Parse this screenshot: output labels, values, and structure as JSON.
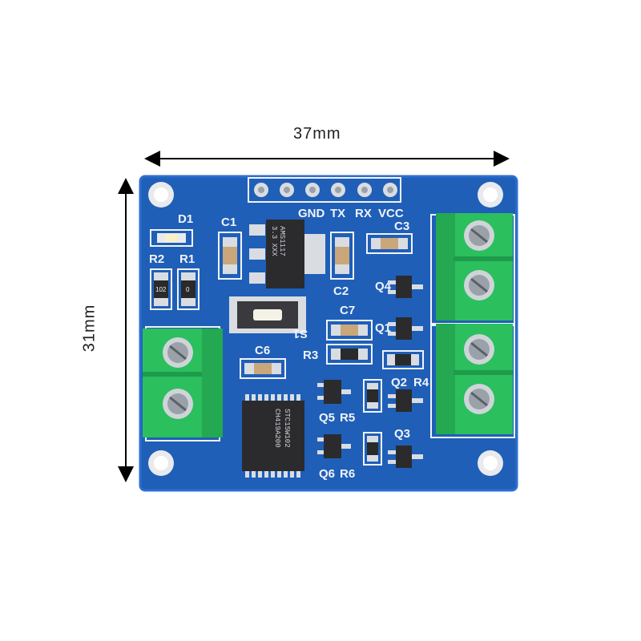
{
  "dimensions": {
    "width": "37mm",
    "height": "31mm"
  },
  "pin_header": [
    "GND",
    "TX",
    "RX",
    "VCC"
  ],
  "silkscreen": {
    "d1": "D1",
    "r1": "R1",
    "r2": "R2",
    "c1": "C1",
    "c2": "C2",
    "c3": "C3",
    "c6": "C6",
    "c7": "C7",
    "q1": "Q1",
    "q2": "Q2",
    "q3": "Q3",
    "q4": "Q4",
    "q5": "Q5",
    "q6": "Q6",
    "r3": "R3",
    "r4": "R4",
    "r5": "R5",
    "r6": "R6",
    "s1": "S1"
  },
  "component_markings": {
    "regulator_line1": "AMS1117",
    "regulator_line2": "3.3 XXX",
    "resistor_102": "102",
    "resistor_0": "0",
    "chip_line1": "STC15W102",
    "chip_line2": "CH419A200"
  },
  "colors": {
    "pcb": "#1f5fb8",
    "silkscreen": "#f2f4f8",
    "terminal": "#2bbf5e",
    "pad": "#d9dde2"
  }
}
